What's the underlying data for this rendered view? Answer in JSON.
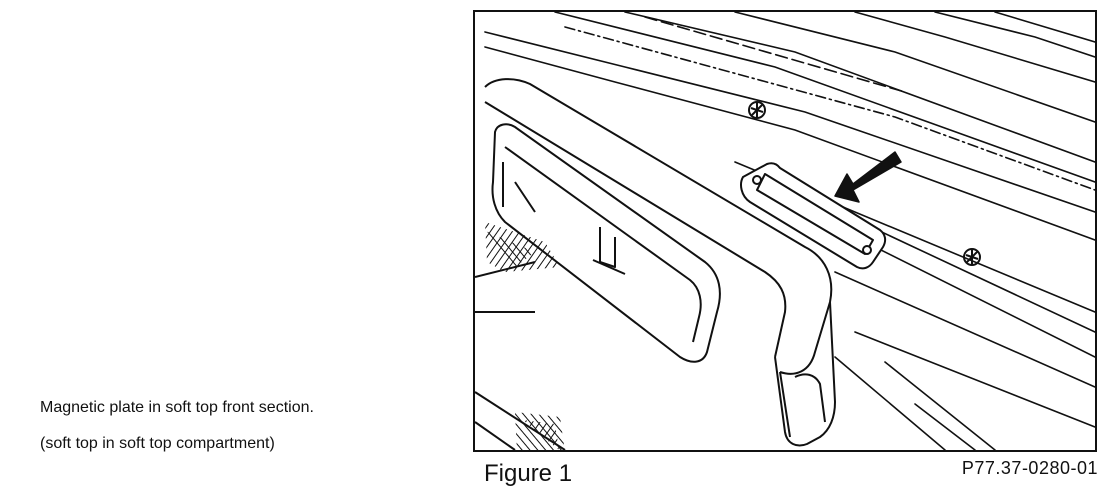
{
  "caption": {
    "line1": "Magnetic plate in soft top front section.",
    "line2": "(soft top in soft top compartment)"
  },
  "figure": {
    "label": "Figure 1",
    "part_number": "P77.37-0280-01"
  },
  "icons": {
    "arrow": "pointer-arrow-icon",
    "screw": "screw-head-icon"
  },
  "colors": {
    "ink": "#111111",
    "paper": "#ffffff"
  }
}
